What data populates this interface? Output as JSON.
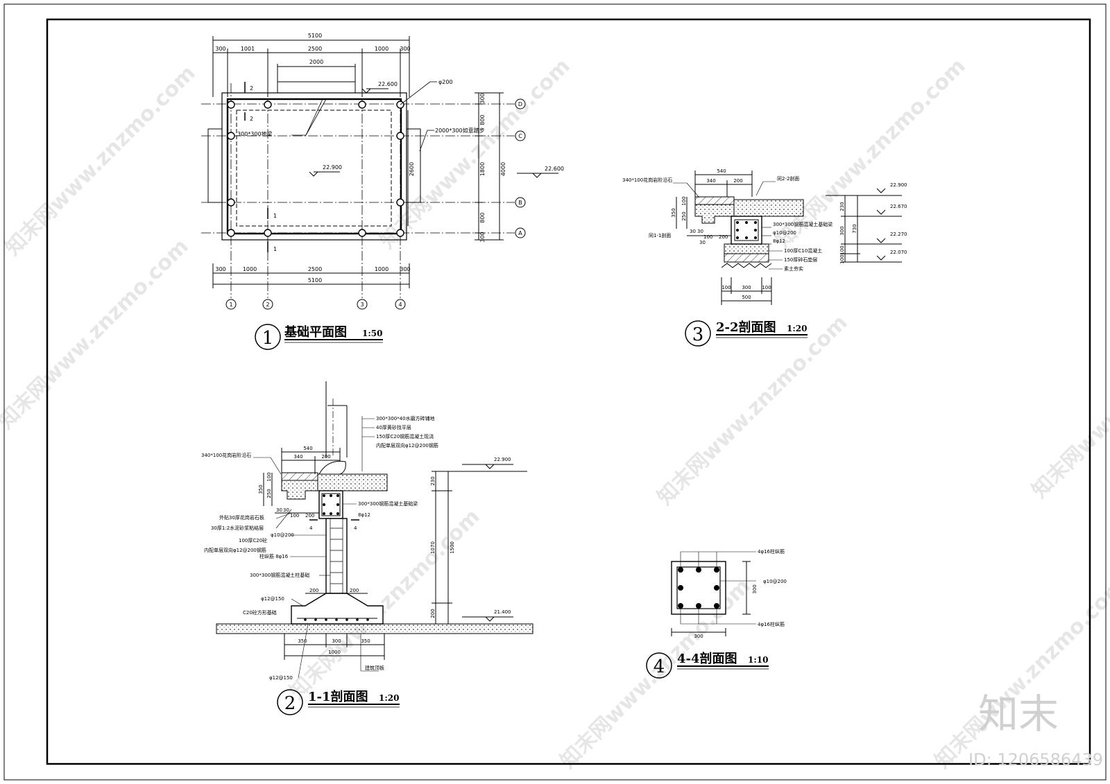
{
  "drawings": {
    "foundation_plan": {
      "index": "1",
      "title": "基础平面图",
      "scale": "1:50",
      "overall_width": "5100",
      "top_dims": [
        "300",
        "1001",
        "2500",
        "1000",
        "300"
      ],
      "bottom_dims": [
        "300",
        "1000",
        "2500",
        "1000",
        "300"
      ],
      "step_width": "2000",
      "right_dims": [
        "300",
        "800",
        "1800",
        "800",
        "300"
      ],
      "overall_height": "4000",
      "inner_height": "2600",
      "elev_top": "22.600",
      "elev_center": "22.900",
      "elev_right": "22.600",
      "pile_note": "φ200",
      "beam_note": "300*300地梁",
      "step_note": "2000*300如意踏步",
      "section_mark_1": "1",
      "section_mark_2": "2",
      "axes_letters": [
        "D",
        "C",
        "B",
        "A"
      ],
      "axes_numbers": [
        "1",
        "2",
        "3",
        "4"
      ]
    },
    "section_2_2": {
      "index": "3",
      "title": "2-2剖面图",
      "scale": "1:20",
      "top_dims": [
        "540",
        "340",
        "200"
      ],
      "ref_note": "同2-2剖面",
      "stone_note": "340*100花岗岩阶沿石",
      "left_dims": [
        "350",
        "100",
        "250"
      ],
      "small_dims": [
        "30",
        "30",
        "100",
        "200",
        "30"
      ],
      "same_1_1": "同1-1剖面",
      "beam_note": "300*300钢筋混凝土基础梁",
      "rebar_note": "φ10@200",
      "rebar_main": "8φ12",
      "layer1": "100厚C10混凝土",
      "layer2": "150厚碎石垫层",
      "layer3": "素土夯实",
      "bottom_dims": [
        "100",
        "300",
        "100"
      ],
      "bottom_total": "500",
      "right_dims": [
        "230",
        "300",
        "100",
        "100"
      ],
      "right_total": "730",
      "elevations": [
        "22.900",
        "22.670",
        "22.270",
        "22.070"
      ]
    },
    "section_1_1": {
      "index": "2",
      "title": "1-1剖面图",
      "scale": "1:20",
      "notes_right": [
        "300*300*40水磨方砖铺地",
        "40厚黄砂找平层",
        "150厚C20钢筋混凝土现浇",
        "内配单层双向φ12@200钢筋"
      ],
      "stone_note": "340*100花岗岩阶沿石",
      "top_dims": [
        "540",
        "340",
        "200"
      ],
      "left_dims": [
        "350",
        "100",
        "250"
      ],
      "small_dims": [
        "30",
        "30",
        "100",
        "200"
      ],
      "beam_note": "300*300钢筋混凝土基础梁",
      "rebar_main": "8φ12",
      "notes_left": [
        "外贴30厚花岗岩石板",
        "30厚1:2水泥砂浆粘结层",
        "100厚C20砼",
        "内配单层双向φ12@200钢筋"
      ],
      "col_rebar": "φ10@200",
      "col_main": "柱纵筋 8φ16",
      "col_base": "300*300钢筋混凝土柱基础",
      "base_rebar": "φ12@150",
      "base_note": "C20砼方形基础",
      "section_4": "4",
      "dim_200a": "200",
      "dim_200b": "200",
      "dim_230": "230",
      "dim_1070": "1070",
      "dim_1500": "1500",
      "dim_200c": "200",
      "elev_top": "22.900",
      "elev_bottom": "21.400",
      "bottom_dims": [
        "350",
        "300",
        "350"
      ],
      "bottom_total": "1000",
      "roof_note": "建筑顶板",
      "bottom_rebar": "φ12@150"
    },
    "section_4_4": {
      "index": "4",
      "title": "4-4剖面图",
      "scale": "1:10",
      "top_note": "4φ16柱纵筋",
      "stirrup": "φ10@200",
      "bottom_note": "4φ16柱纵筋",
      "width": "300",
      "height": "300"
    }
  },
  "branding": {
    "logo_text": "知末",
    "id_text": "ID: 1206586439",
    "watermark_text": "知末网www.znzmo.com"
  }
}
